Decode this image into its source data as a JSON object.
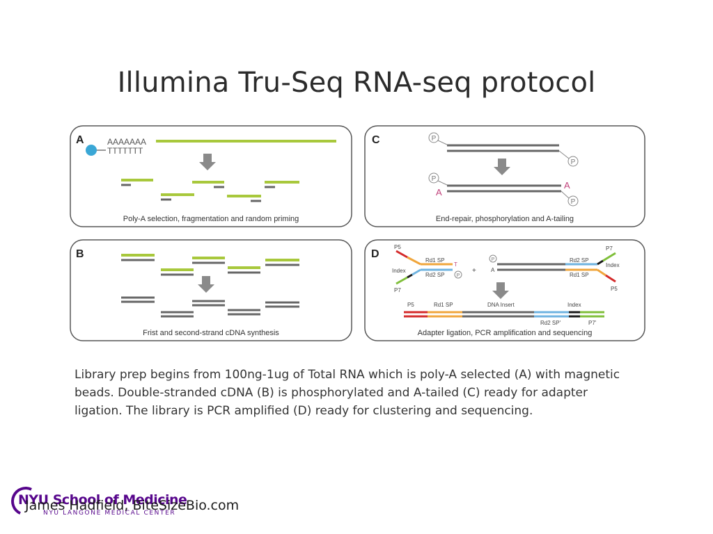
{
  "slide": {
    "title": "Illumina Tru-Seq RNA-seq protocol",
    "caption_lines": [
      "Library prep begins from 100ng-1ug of Total RNA which is poly-A selected (A) with magnetic",
      "beads. Double-stranded cDNA (B) is phosphorylated and A-tailed (C) ready for adapter",
      "ligation. The library is PCR amplified (D) ready for clustering and sequencing."
    ],
    "credit": "James Hadfield, BiteSizeBio.com"
  },
  "logo": {
    "name": "NYU School of Medicine",
    "subtitle": "NYU LANGONE MEDICAL CENTER"
  },
  "panels": {
    "a": {
      "letter": "A",
      "caption": "Poly-A selection, fragmentation and random priming",
      "poly_a": "AAAAAAA",
      "poly_t": "TTTTTTT"
    },
    "b": {
      "letter": "B",
      "caption": "Frist and second-strand cDNA synthesis"
    },
    "c": {
      "letter": "C",
      "caption": "End-repair, phosphorylation and A-tailing",
      "phosphate": "P",
      "a_tail": "A"
    },
    "d": {
      "letter": "D",
      "caption": "Adapter ligation, PCR amplification and sequencing",
      "p5": "P5",
      "p7": "P7",
      "index": "Index",
      "rd1sp": "Rd1 SP",
      "rd2sp": "Rd2 SP",
      "rd2sp_prime": "Rd2 SP'",
      "p7_prime": "P7'",
      "dna_insert": "DNA Insert",
      "t": "T",
      "a": "A",
      "plus": "+",
      "phosphate": "P"
    }
  },
  "colors": {
    "rna": "#a8c83c",
    "dna": "#666666",
    "bead": "#3aa7d6",
    "arrow": "#8a8a8a",
    "panel_border": "#555555",
    "a_tail": "#c0407a",
    "p5": "#d42a2a",
    "p7": "#7fbf3a",
    "rd1": "#f0a63c",
    "rd2": "#6fb3e0",
    "index": "#1a1a1a"
  }
}
